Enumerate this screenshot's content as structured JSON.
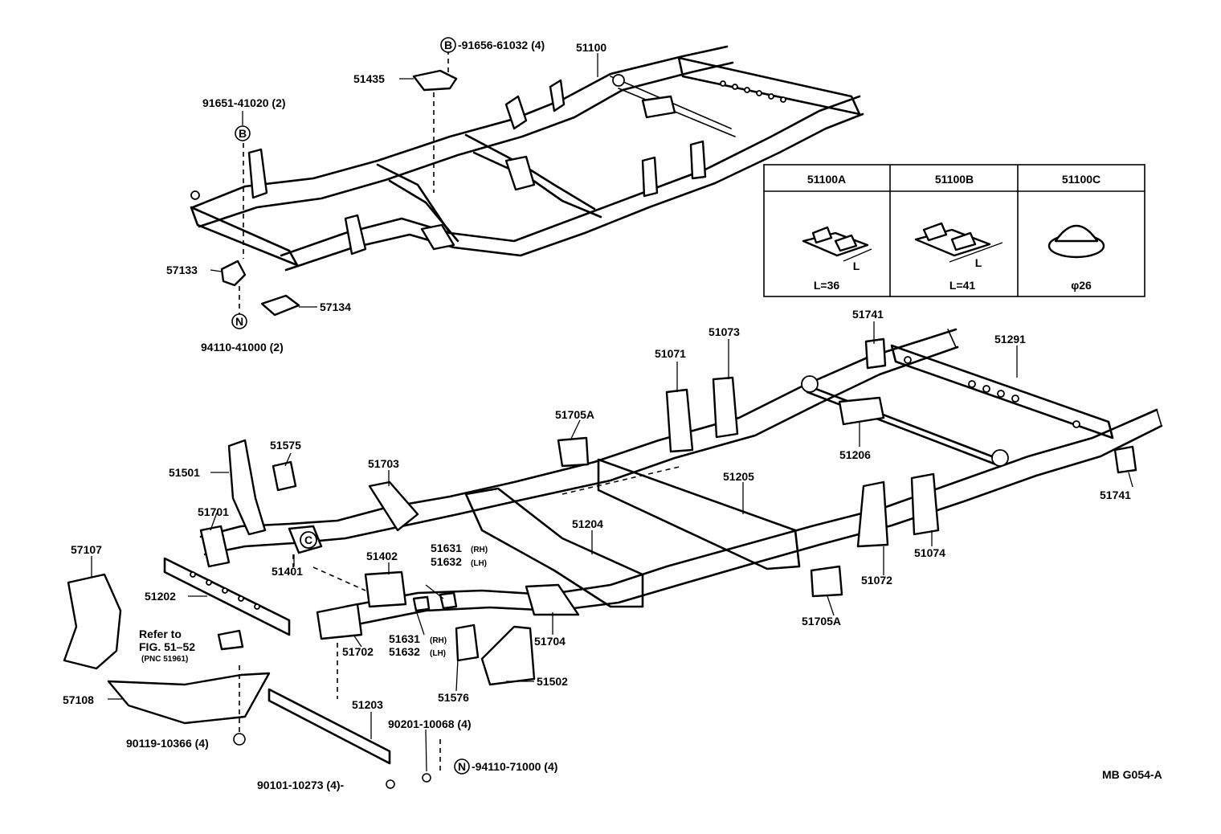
{
  "labels": {
    "p51100": "51100",
    "p51435": "51435",
    "b_91656": "-91656-61032 (4)",
    "p91651": "91651-41020 (2)",
    "p57133": "57133",
    "p57134": "57134",
    "p94110_41": "94110-41000 (2)",
    "p51741a": "51741",
    "p51741b": "51741",
    "p51291": "51291",
    "p51071": "51071",
    "p51073": "51073",
    "p51705a1": "51705A",
    "p51705a2": "51705A",
    "p51206": "51206",
    "p51205": "51205",
    "p51575": "51575",
    "p51501": "51501",
    "p51703": "51703",
    "p51701": "51701",
    "p51204": "51204",
    "p51072": "51072",
    "p51074": "51074",
    "p57107": "57107",
    "p51401": "51401",
    "p51402": "51402",
    "p51631a": "51631",
    "p51632a": "51632",
    "rh_a": "(RH)",
    "lh_a": "(LH)",
    "p51202": "51202",
    "refer_to": "Refer to",
    "fig_ref": "FIG. 51–52",
    "pnc_ref": "(PNC 51961)",
    "p51702": "51702",
    "p51631b": "51631",
    "p51632b": "51632",
    "rh_b": "(RH)",
    "lh_b": "(LH)",
    "p51704": "51704",
    "p51576": "51576",
    "p51502": "51502",
    "p57108": "57108",
    "p51203": "51203",
    "p90201": "90201-10068 (4)",
    "p90119": "90119-10366 (4)",
    "p94110_71": "-94110-71000 (4)",
    "p90101": "90101-10273 (4)-",
    "ref_code": "MB G054-A",
    "circle_b": "B",
    "circle_n": "N",
    "circle_c": "C"
  },
  "variants_table": {
    "columns": [
      {
        "id": "51100A",
        "spec": "L=36",
        "dim": "L"
      },
      {
        "id": "51100B",
        "spec": "L=41",
        "dim": "L"
      },
      {
        "id": "51100C",
        "spec": "φ26"
      }
    ]
  }
}
